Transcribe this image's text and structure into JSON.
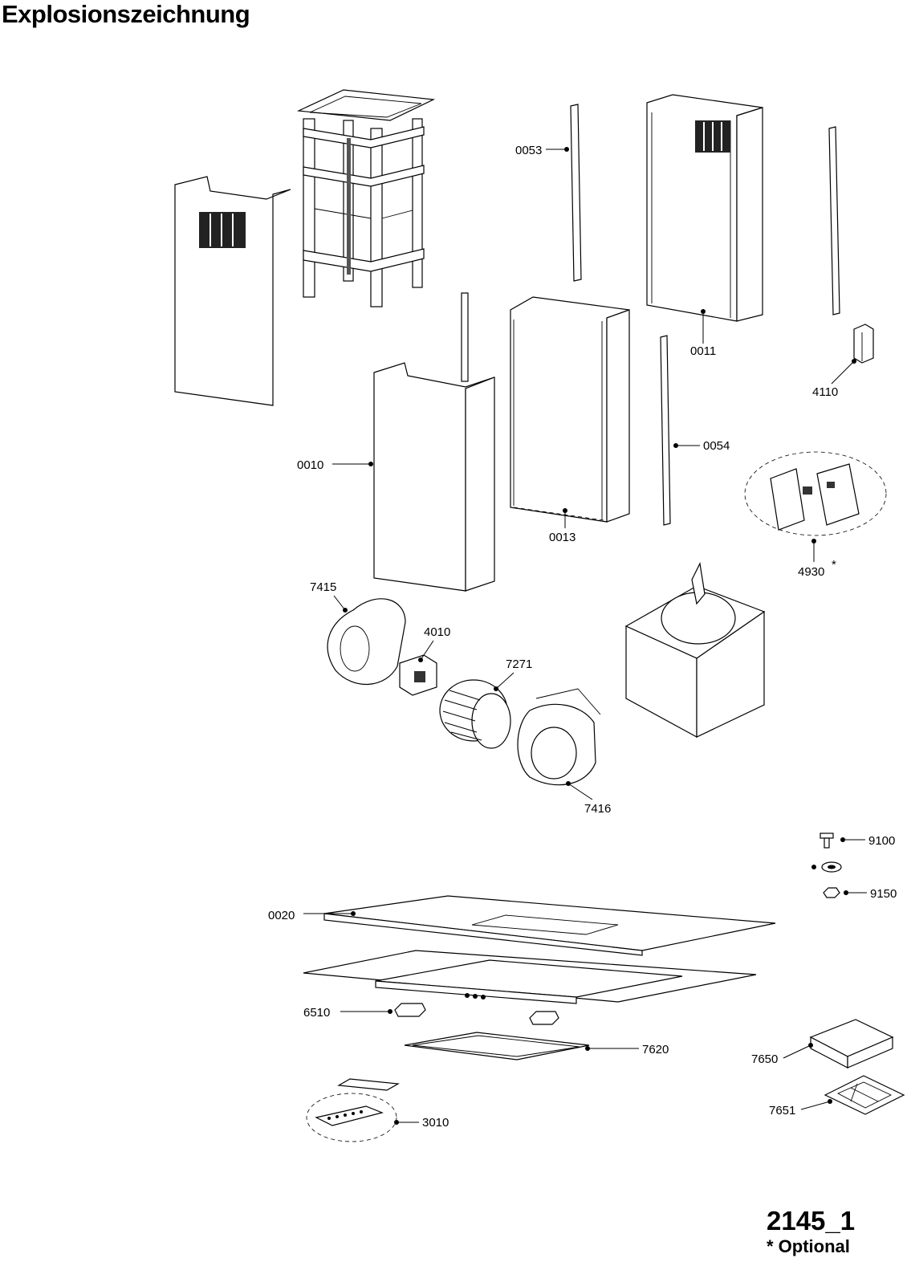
{
  "title": "Explosionszeichnung",
  "drawing_code": "2145_1",
  "optional_note": "* Optional",
  "asterisk": "*",
  "parts": [
    {
      "id": "p0053",
      "number": "0053"
    },
    {
      "id": "p0011",
      "number": "0011"
    },
    {
      "id": "p4110",
      "number": "4110"
    },
    {
      "id": "p0010",
      "number": "0010"
    },
    {
      "id": "p0054",
      "number": "0054"
    },
    {
      "id": "p0013",
      "number": "0013"
    },
    {
      "id": "p4930",
      "number": "4930"
    },
    {
      "id": "p7415",
      "number": "7415"
    },
    {
      "id": "p4010",
      "number": "4010"
    },
    {
      "id": "p7271",
      "number": "7271"
    },
    {
      "id": "p7416",
      "number": "7416"
    },
    {
      "id": "p9100",
      "number": "9100"
    },
    {
      "id": "p9150",
      "number": "9150"
    },
    {
      "id": "p0020",
      "number": "0020"
    },
    {
      "id": "p6510",
      "number": "6510"
    },
    {
      "id": "p7620",
      "number": "7620"
    },
    {
      "id": "p7650",
      "number": "7650"
    },
    {
      "id": "p7651",
      "number": "7651"
    },
    {
      "id": "p3010",
      "number": "3010"
    }
  ]
}
